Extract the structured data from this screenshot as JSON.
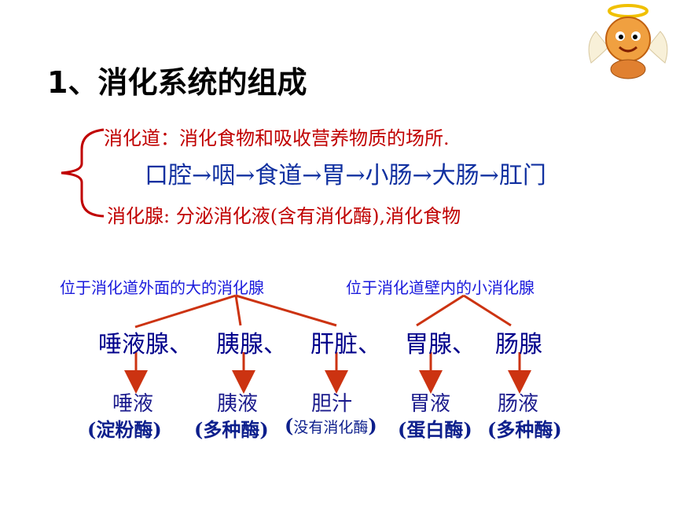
{
  "title": "1、消化系统的组成",
  "canal": {
    "desc": "消化道：消化食物和吸收营养物质的场所.",
    "path": "口腔→咽→食道→胃→小肠→大肠→肛门"
  },
  "gland": {
    "desc": "消化腺: 分泌消化液(含有消化酶),消化食物"
  },
  "labels": {
    "outer": "位于消化道外面的大的消化腺",
    "inner": "位于消化道壁内的小消化腺"
  },
  "organs": [
    "唾液腺、",
    "胰腺、",
    "肝脏、",
    "胃腺、",
    "肠腺"
  ],
  "juices": [
    "唾液",
    "胰液",
    "胆汁",
    "胃液",
    "肠液"
  ],
  "enzymes": [
    "(淀粉酶)",
    "(多种酶)",
    "没有消化酶",
    "(蛋白酶)",
    "(多种酶)"
  ],
  "colors": {
    "accent_red": "#c00000",
    "arrow_red": "#cc3311",
    "blue": "#0000a0"
  },
  "icons": {
    "mascot": "angel-mascot-icon"
  }
}
